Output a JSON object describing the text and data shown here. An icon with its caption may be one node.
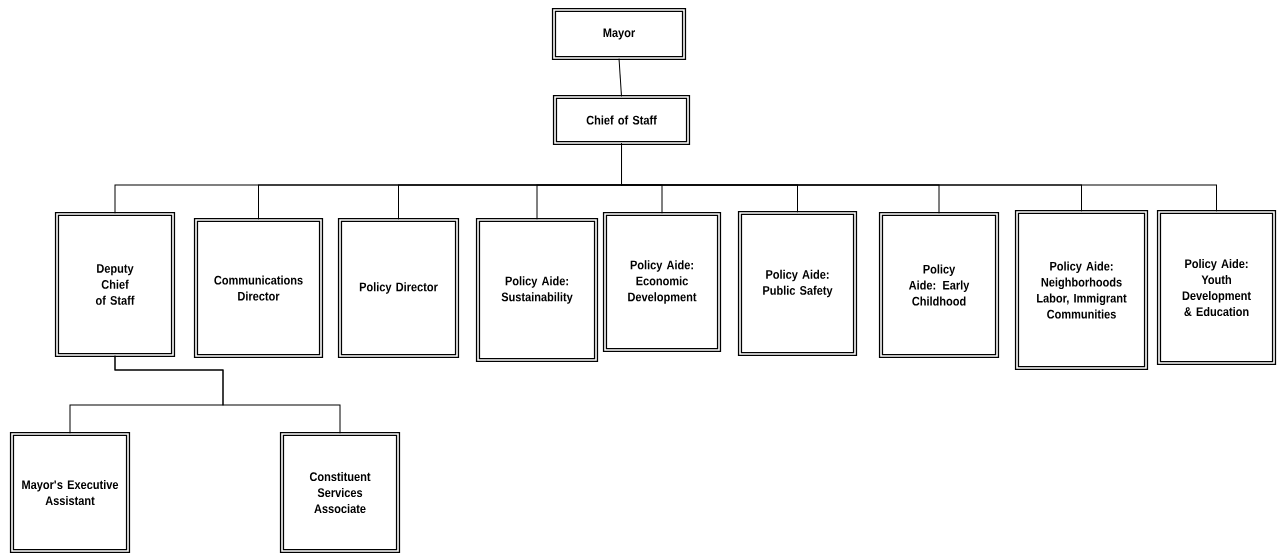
{
  "diagram": {
    "nodes": [
      {
        "text": [
          "Mayor"
        ]
      },
      {
        "text": [
          "Chief of Staff"
        ]
      },
      {
        "text": [
          "Deputy Chief of Staff"
        ]
      },
      {
        "text": [
          "Communications Director"
        ]
      },
      {
        "text": [
          "Policy Director"
        ]
      },
      {
        "text": [
          "Policy Aide: Sustainability"
        ]
      },
      {
        "text": [
          "Policy Aide: Economic Development"
        ]
      },
      {
        "text": [
          "Policy Aide: Public Safety"
        ]
      },
      {
        "text": [
          "Policy Aide: Early Childhood"
        ]
      },
      {
        "text": [
          "Policy Aide: Neighborhoods Labor, Immigrant Communities"
        ]
      },
      {
        "text": [
          "Policy Aide: Youth Development & Education"
        ]
      },
      {
        "text": [
          "Mayor's Executive Assistant"
        ]
      },
      {
        "text": [
          "Constituent Services Associate"
        ]
      }
    ],
    "edges": [
      {
        "from": 0,
        "to": 1,
        "arrow": "none"
      },
      {
        "from": 1,
        "to": 2,
        "arrow": "none"
      },
      {
        "from": 1,
        "to": 3,
        "arrow": "none"
      },
      {
        "from": 1,
        "to": 4,
        "arrow": "none"
      },
      {
        "from": 1,
        "to": 5,
        "arrow": "none"
      },
      {
        "from": 1,
        "to": 6,
        "arrow": "none"
      },
      {
        "from": 1,
        "to": 7,
        "arrow": "none"
      },
      {
        "from": 1,
        "to": 8,
        "arrow": "none"
      },
      {
        "from": 1,
        "to": 9,
        "arrow": "none"
      },
      {
        "from": 1,
        "to": 10,
        "arrow": "none"
      },
      {
        "from": 2,
        "to": 11,
        "arrow": "none"
      },
      {
        "from": 2,
        "to": 12,
        "arrow": "none"
      }
    ]
  }
}
